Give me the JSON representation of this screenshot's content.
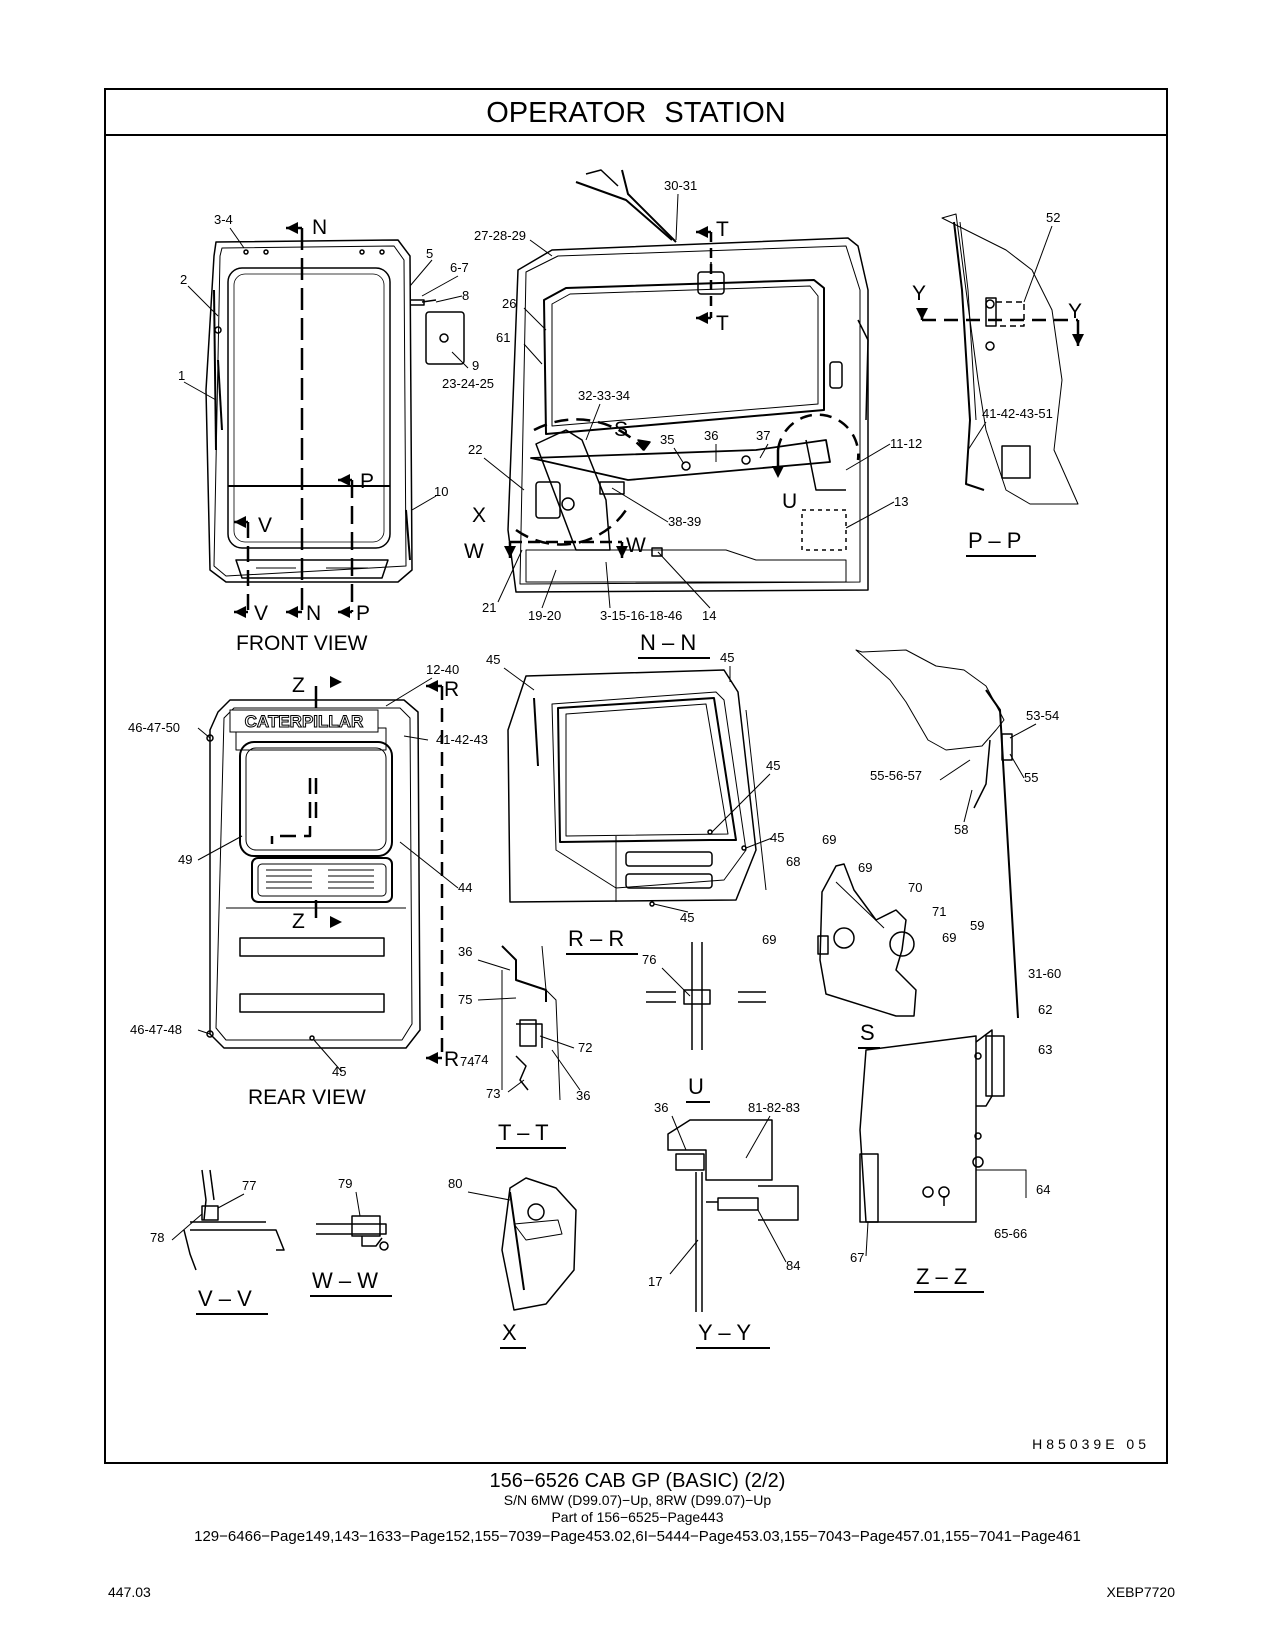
{
  "title": "OPERATOR   STATION",
  "figure_code": "H85039E  05",
  "views": {
    "front": "FRONT VIEW",
    "rear": "REAR VIEW",
    "nn": "N – N",
    "pp": "P – P",
    "rr": "R – R",
    "s": "S",
    "tt": "T – T",
    "u": "U",
    "vv": "V – V",
    "ww": "W – W",
    "x": "X",
    "yy": "Y – Y",
    "zz": "Z – Z"
  },
  "callouts": [
    "3-4",
    "N",
    "5",
    "6-7",
    "8",
    "2",
    "9",
    "23-24-25",
    "1",
    "P",
    "10",
    "V",
    "V",
    "N",
    "P",
    "30-31",
    "27-28-29",
    "T",
    "26",
    "61",
    "T",
    "32-33-34",
    "S",
    "35",
    "36",
    "37",
    "22",
    "11-12",
    "X",
    "U",
    "13",
    "38-39",
    "W",
    "W",
    "21",
    "19-20",
    "3-15-16-18-46",
    "14",
    "52",
    "Y",
    "Y",
    "41-42-43-51",
    "12-40",
    "Z",
    "R",
    "46-47-50",
    "41-42-43",
    "49",
    "44",
    "Z",
    "46-47-48",
    "R",
    "74",
    "45",
    "45",
    "45",
    "45",
    "45",
    "45",
    "53-54",
    "55-56-57",
    "55",
    "58",
    "69",
    "68",
    "69",
    "70",
    "71",
    "69",
    "69",
    "59",
    "31-60",
    "62",
    "63",
    "64",
    "65-66",
    "67",
    "36",
    "75",
    "72",
    "73",
    "36",
    "76",
    "36",
    "81-82-83",
    "17",
    "84",
    "77",
    "78",
    "79",
    "80"
  ],
  "footer": {
    "line1": "156−6526   CAB  GP (BASIC) (2/2)",
    "line2": "S/N 6MW (D99.07)−Up, 8RW (D99.07)−Up",
    "line3": "Part of 156−6525−Page443",
    "line4": "129−6466−Page149,143−1633−Page152,155−7039−Page453.02,6I−5444−Page453.03,155−7043−Page457.01,155−7041−Page461"
  },
  "page_number": "447.03",
  "doc_number": "XEBP7720",
  "logo_text": "CATERPILLAR"
}
